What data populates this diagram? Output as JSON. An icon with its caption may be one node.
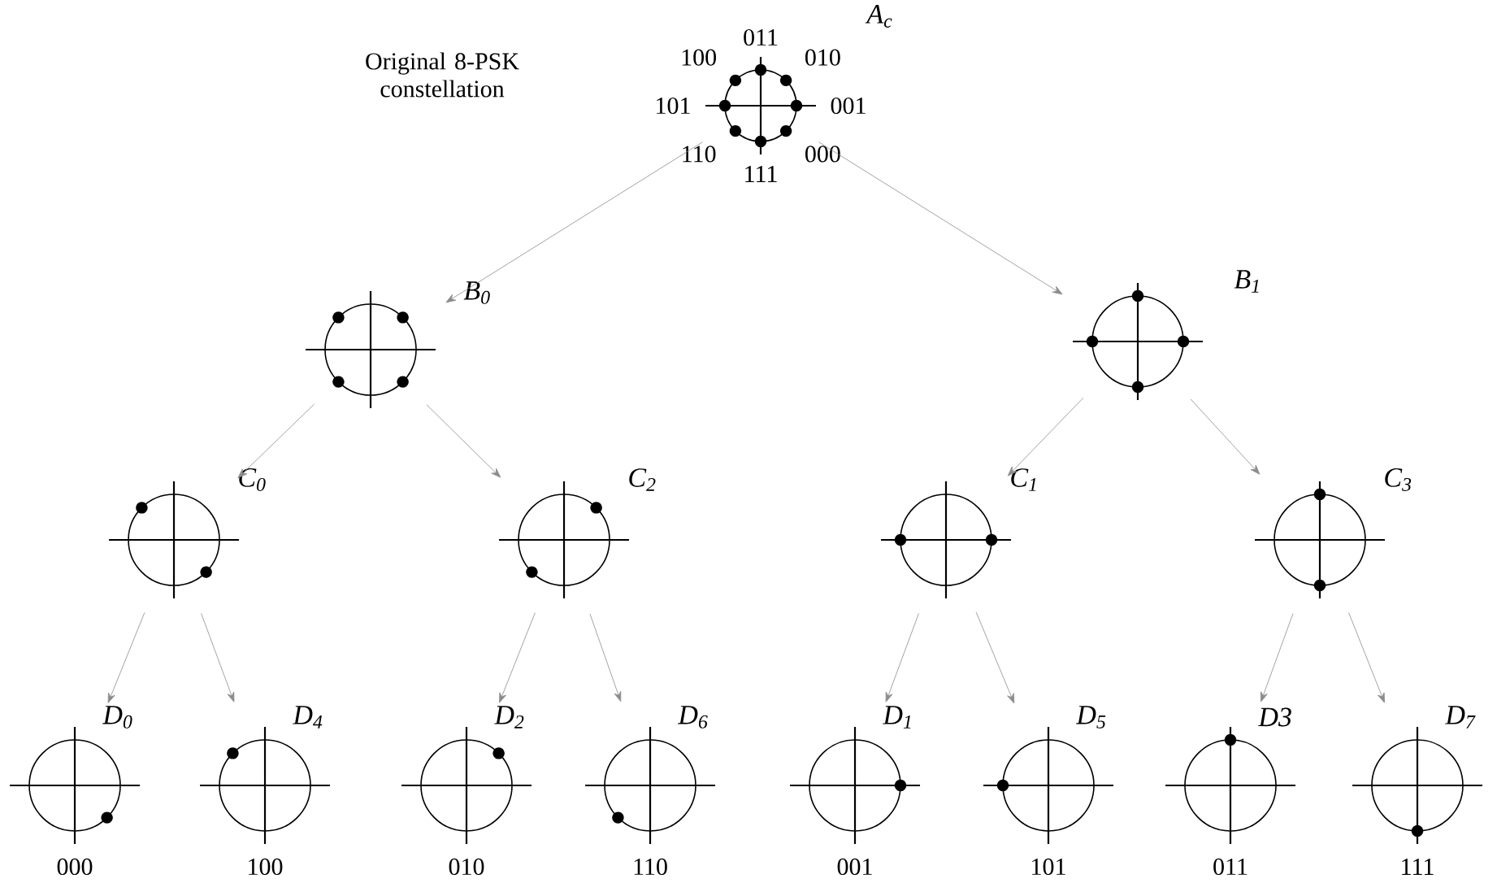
{
  "diagram": {
    "nodes": [
      {
        "text": [],
        "shape": "circle",
        "beside": [
          "A$_{c}$",
          "011",
          "010",
          "001",
          "000",
          "111",
          "110",
          "101",
          "100"
        ]
      },
      {
        "text": [],
        "shape": "circle",
        "beside": [
          "B$_{0}$"
        ]
      },
      {
        "text": [],
        "shape": "circle",
        "beside": [
          "B$_{1}$"
        ]
      },
      {
        "text": [],
        "shape": "circle",
        "beside": [
          "C$_{0}$"
        ]
      },
      {
        "text": [],
        "shape": "circle",
        "beside": [
          "C$_{2}$"
        ]
      },
      {
        "text": [],
        "shape": "circle",
        "beside": [
          "C$_{1}$"
        ]
      },
      {
        "text": [],
        "shape": "circle",
        "beside": [
          "C$_{3}$"
        ]
      },
      {
        "text": [],
        "shape": "circle",
        "beside": [
          "D$_{0}$",
          "000"
        ]
      },
      {
        "text": [],
        "shape": "circle",
        "beside": [
          "D$_{4}$",
          "100"
        ]
      },
      {
        "text": [],
        "shape": "circle",
        "beside": [
          "D$_{2}$",
          "010"
        ]
      },
      {
        "text": [],
        "shape": "circle",
        "beside": [
          "D$_{6}$",
          "110"
        ]
      },
      {
        "text": [],
        "shape": "circle",
        "beside": [
          "D$_{1}$",
          "001"
        ]
      },
      {
        "text": [],
        "shape": "circle",
        "beside": [
          "D$_{5}$",
          "101"
        ]
      },
      {
        "text": [],
        "shape": "circle",
        "beside": [
          "D3",
          "011"
        ]
      },
      {
        "text": [],
        "shape": "circle",
        "beside": [
          "D$_{7}$",
          "111"
        ]
      }
    ],
    "edges": [
      {
        "from": 0,
        "to": 1,
        "arrow": "to"
      },
      {
        "from": 0,
        "to": 2,
        "arrow": "to"
      },
      {
        "from": 1,
        "to": 3,
        "arrow": "to"
      },
      {
        "from": 1,
        "to": 4,
        "arrow": "to"
      },
      {
        "from": 2,
        "to": 5,
        "arrow": "to"
      },
      {
        "from": 2,
        "to": 6,
        "arrow": "to"
      },
      {
        "from": 3,
        "to": 7,
        "arrow": "to"
      },
      {
        "from": 3,
        "to": 8,
        "arrow": "to"
      },
      {
        "from": 4,
        "to": 9,
        "arrow": "to"
      },
      {
        "from": 4,
        "to": 10,
        "arrow": "to"
      },
      {
        "from": 5,
        "to": 11,
        "arrow": "to"
      },
      {
        "from": 5,
        "to": 12,
        "arrow": "to"
      },
      {
        "from": 6,
        "to": 13,
        "arrow": "to"
      },
      {
        "from": 6,
        "to": 14,
        "arrow": "to"
      }
    ],
    "labels": [
      "Original 8-PSK constellation"
    ]
  }
}
